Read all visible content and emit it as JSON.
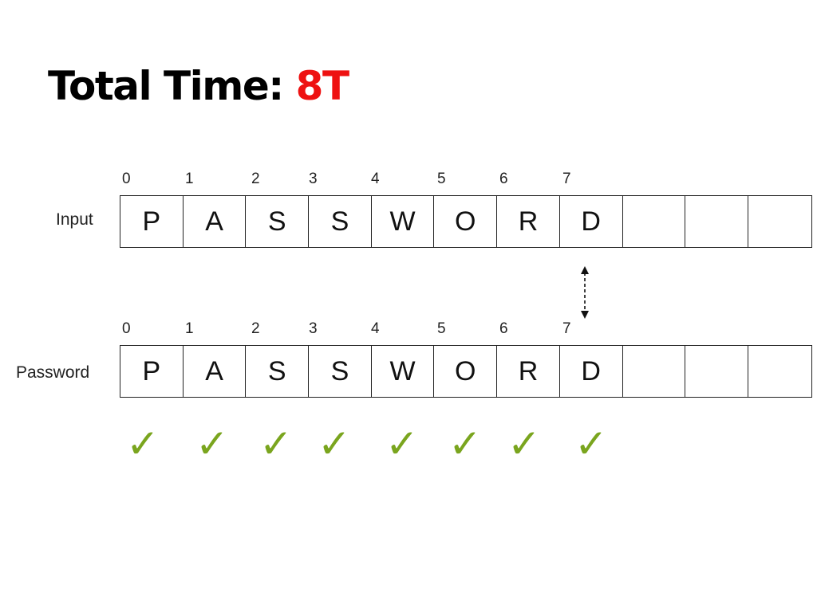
{
  "title": {
    "label": "Total Time: ",
    "value": "8T"
  },
  "colors": {
    "value": "#ee1111",
    "check": "#7aa51e",
    "border": "#222222"
  },
  "rows": [
    {
      "label": "Input",
      "indices": [
        "0",
        "1",
        "2",
        "3",
        "4",
        "5",
        "6",
        "7"
      ],
      "cells": [
        "P",
        "A",
        "S",
        "S",
        "W",
        "O",
        "R",
        "D",
        "",
        "",
        ""
      ]
    },
    {
      "label": "Password",
      "indices": [
        "0",
        "1",
        "2",
        "3",
        "4",
        "5",
        "6",
        "7"
      ],
      "cells": [
        "P",
        "A",
        "S",
        "S",
        "W",
        "O",
        "R",
        "D",
        "",
        "",
        ""
      ]
    }
  ],
  "comparison_arrow": {
    "icon": "dashed-double-arrow-icon",
    "between_index": "7"
  },
  "checks": {
    "icon": "check-icon",
    "symbol": "✓",
    "count": 8
  }
}
